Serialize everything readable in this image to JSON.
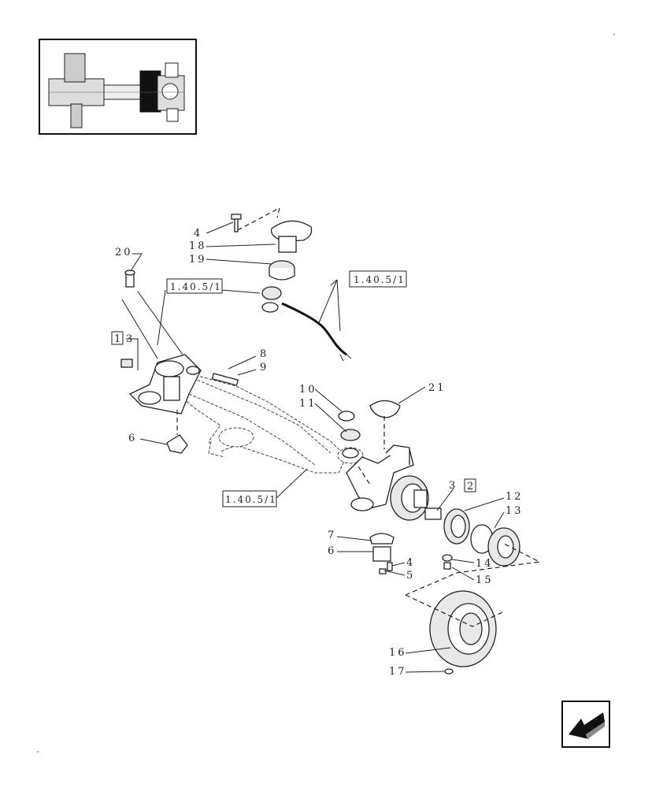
{
  "callouts": [
    "4",
    "18",
    "19",
    "20",
    "1",
    "3",
    "8",
    "9",
    "10",
    "11",
    "21",
    "6",
    "3",
    "2",
    "12",
    "13",
    "7",
    "6",
    "4",
    "5",
    "14",
    "15",
    "16",
    "17"
  ],
  "references": [
    "1.40.5/1",
    "1.40.5/1",
    "1.40.5/1"
  ],
  "boxed_numbers": [
    "1",
    "2"
  ],
  "nav_icon": "return-arrow-icon"
}
